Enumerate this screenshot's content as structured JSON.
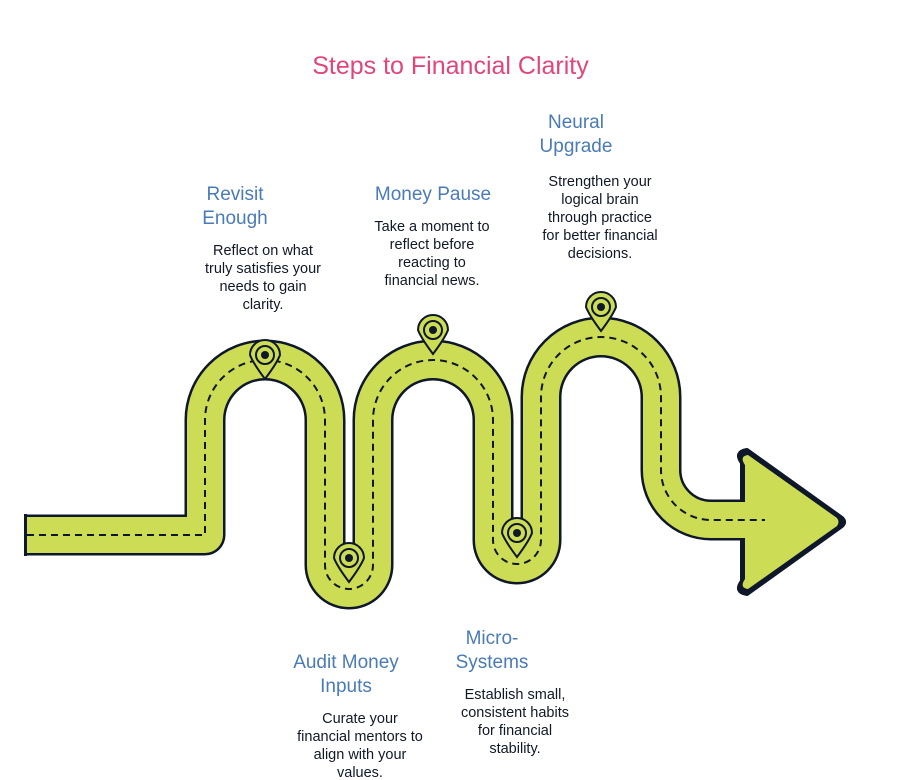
{
  "title": "Steps to Financial Clarity",
  "colors": {
    "road": "#cddc55",
    "outline": "#0f172a",
    "title": "#e0467c",
    "step_title": "#4a7bb8",
    "text": "#111827"
  },
  "icons": [
    "road-path",
    "arrow-head",
    "location-pin-icon"
  ],
  "steps": [
    {
      "title_lines": [
        "Revisit",
        "Enough"
      ],
      "desc_lines": [
        "Reflect on what",
        "truly satisfies your",
        "needs to gain",
        "clarity."
      ]
    },
    {
      "title_lines": [
        "Audit Money",
        "Inputs"
      ],
      "desc_lines": [
        "Curate your",
        "financial mentors to",
        "align with your",
        "values."
      ]
    },
    {
      "title_lines": [
        "Money Pause"
      ],
      "desc_lines": [
        "Take a moment to",
        "reflect before",
        "reacting to",
        "financial news."
      ]
    },
    {
      "title_lines": [
        "Micro-",
        "Systems"
      ],
      "desc_lines": [
        "Establish small,",
        "consistent habits",
        "for financial",
        "stability."
      ]
    },
    {
      "title_lines": [
        "Neural",
        "Upgrade"
      ],
      "desc_lines": [
        "Strengthen your",
        "logical brain",
        "through practice",
        "for better financial",
        "decisions."
      ]
    }
  ]
}
